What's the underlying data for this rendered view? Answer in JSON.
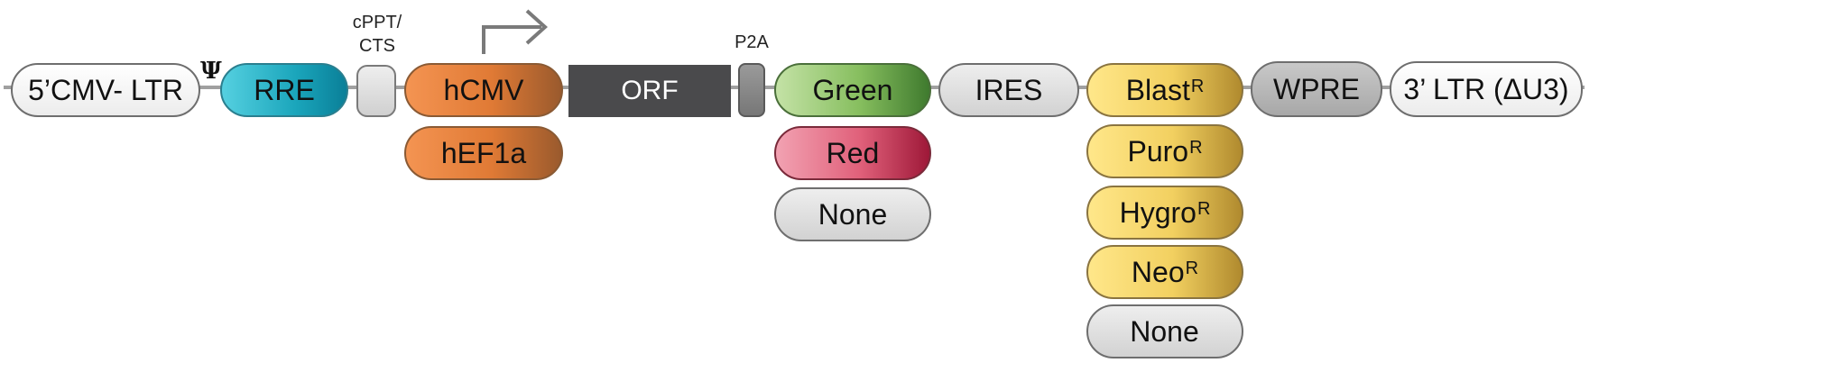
{
  "elements": {
    "ltr5": "5’CMV- LTR",
    "psi": "Ψ",
    "rre": "RRE",
    "cppt_line1": "cPPT/",
    "cppt_line2": "CTS",
    "promoters": [
      "hCMV",
      "hEF1a"
    ],
    "orf": "ORF",
    "p2a": "P2A",
    "fluorophores": [
      "Green",
      "Red",
      "None"
    ],
    "ires": "IRES",
    "selection": [
      {
        "name": "Blast",
        "sup": "R"
      },
      {
        "name": "Puro",
        "sup": "R"
      },
      {
        "name": "Hygro",
        "sup": "R"
      },
      {
        "name": "Neo",
        "sup": "R"
      },
      {
        "name": "None",
        "sup": ""
      }
    ],
    "wpre": "WPRE",
    "ltr3": "3’ LTR (ΔU3)"
  },
  "colors": {
    "rre": "#1aa5bb",
    "promoter": "#e07a35",
    "green": "#86be5e",
    "red": "#e0607a",
    "selection": "#f2d060",
    "orf": "#4a4a4c",
    "neutral": "#d9d9d9"
  },
  "icons": {
    "promoter_arrow": "bent-arrow-icon"
  }
}
